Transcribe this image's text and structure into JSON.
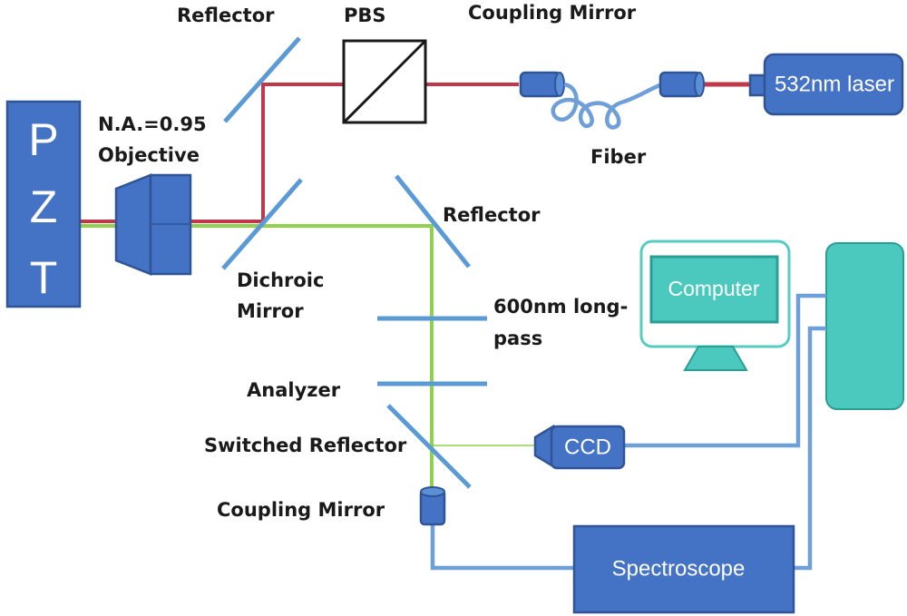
{
  "pzt": {
    "letters": [
      "P",
      "Z",
      "T"
    ]
  },
  "labels": {
    "reflector_top": "Reflector",
    "pbs": "PBS",
    "coupling_mirror_top": "Coupling Mirror",
    "objective_line1": "N.A.=0.95",
    "objective_line2": "Objective",
    "fiber": "Fiber",
    "reflector_mid": "Reflector",
    "dichroic_line1": "Dichroic",
    "dichroic_line2": "Mirror",
    "longpass_line1": "600nm long-",
    "longpass_line2": "pass",
    "analyzer": "Analyzer",
    "switched_reflector": "Switched Reflector",
    "coupling_mirror_bottom": "Coupling Mirror"
  },
  "devices": {
    "laser": "532nm laser",
    "computer": "Computer",
    "ccd": "CCD",
    "spectroscope": "Spectroscope"
  },
  "colors": {
    "excitation_beam": "#c0394b",
    "signal_beam": "#92d050",
    "device_blue": "#4472c4",
    "device_outline": "#2f5597",
    "optic_blue": "#5b9bd5",
    "computer_teal": "#4cc9bf"
  }
}
